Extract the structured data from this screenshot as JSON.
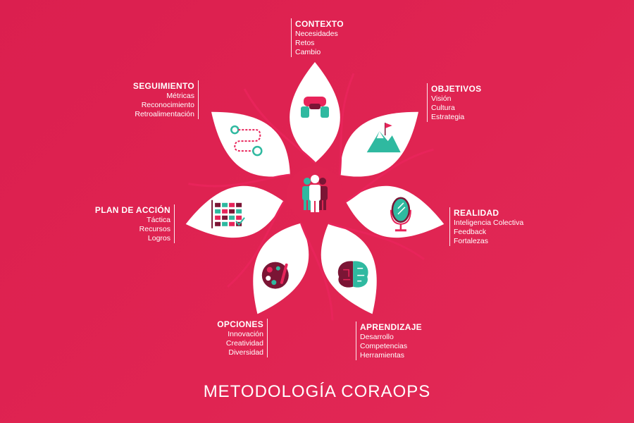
{
  "title": "METODOLOGÍA CORAOPS",
  "colors": {
    "background": "#e02452",
    "petal": "#ffffff",
    "teal": "#2fb9a0",
    "dark": "#7b1535",
    "pink": "#e8245a"
  },
  "center_icon": "people-group-icon",
  "sections": [
    {
      "key": "contexto",
      "title": "CONTEXTO",
      "items": [
        "Necesidades",
        "Retos",
        "Cambio"
      ],
      "icon": "handshake-icon"
    },
    {
      "key": "objetivos",
      "title": "OBJETIVOS",
      "items": [
        "Visión",
        "Cultura",
        "Estrategia"
      ],
      "icon": "mountain-flag-icon"
    },
    {
      "key": "realidad",
      "title": "REALIDAD",
      "items": [
        "Inteligencia Colectiva",
        "Feedback",
        "Fortalezas"
      ],
      "icon": "mirror-icon"
    },
    {
      "key": "aprendizaje",
      "title": "APRENDIZAJE",
      "items": [
        "Desarrollo",
        "Competencias",
        "Herramientas"
      ],
      "icon": "brain-icon"
    },
    {
      "key": "opciones",
      "title": "OPCIONES",
      "items": [
        "Innovación",
        "Creatividad",
        "Diversidad"
      ],
      "icon": "palette-icon"
    },
    {
      "key": "plan",
      "title": "PLAN DE ACCIÓN",
      "items": [
        "Táctica",
        "Recursos",
        "Logros"
      ],
      "icon": "checklist-icon"
    },
    {
      "key": "seguimiento",
      "title": "SEGUIMIENTO",
      "items": [
        "Métricas",
        "Reconocimiento",
        "Retroalimentación"
      ],
      "icon": "path-icon"
    }
  ]
}
